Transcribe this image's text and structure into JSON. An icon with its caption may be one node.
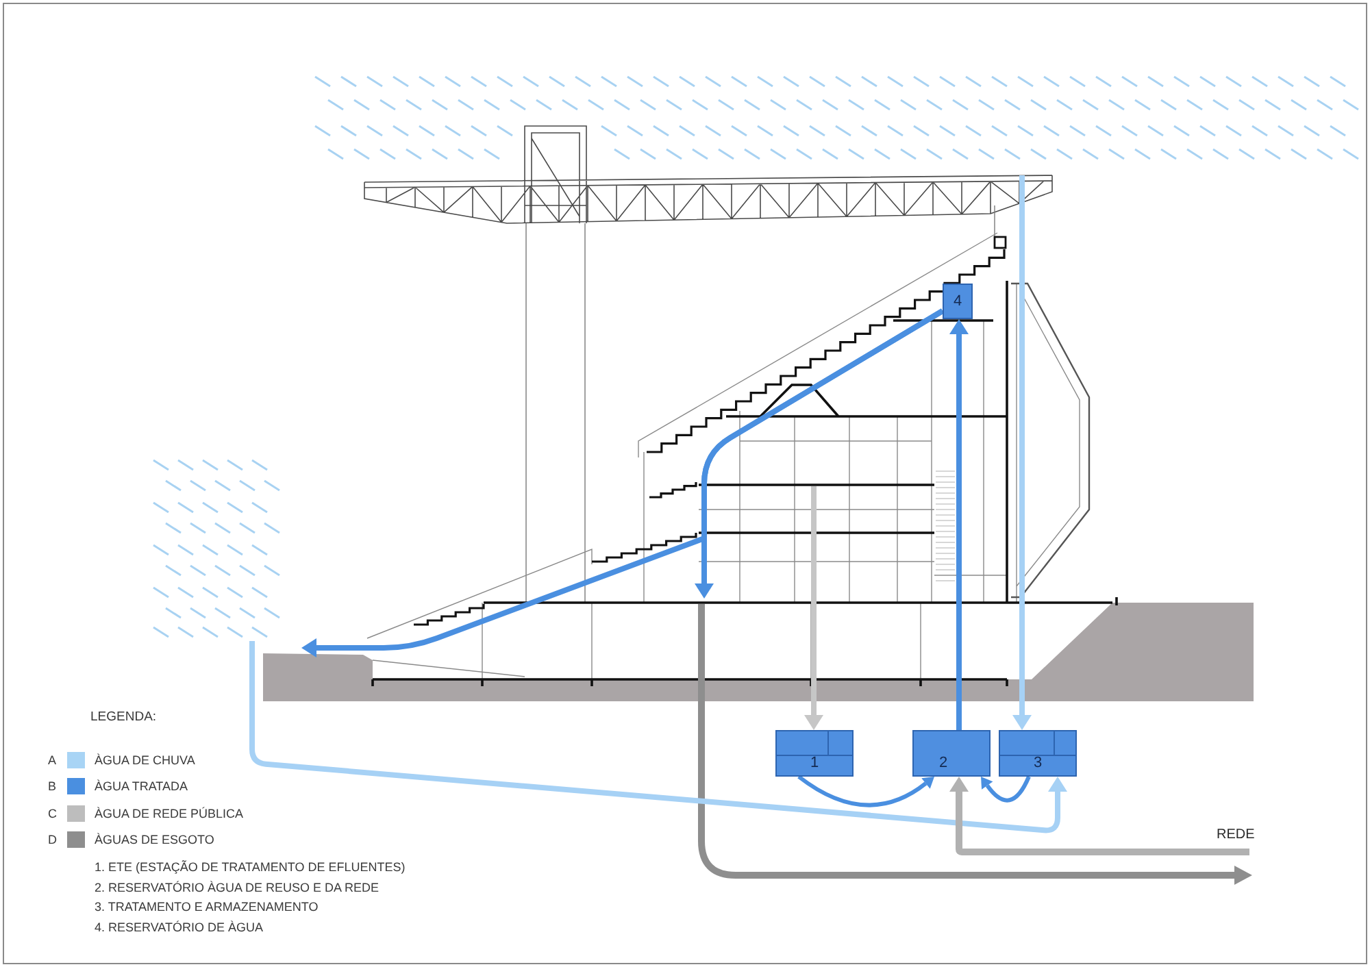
{
  "diagram": {
    "nodes": [
      {
        "text": [
          "4"
        ]
      },
      {
        "text": [
          "1"
        ]
      },
      {
        "text": [
          "2"
        ]
      },
      {
        "text": [
          "3"
        ]
      }
    ],
    "edges": [
      {
        "from": null,
        "to": 3,
        "arrow": "to",
        "color": "#a6d1f5"
      },
      {
        "from": null,
        "to": 3,
        "arrow": "to",
        "color": "#a6d1f5"
      },
      {
        "from": null,
        "to": 1,
        "arrow": "to",
        "color": "#c6c6c6"
      },
      {
        "from": 1,
        "to": 2,
        "arrow": "to"
      },
      {
        "from": 3,
        "to": 2,
        "arrow": "to"
      },
      {
        "from": null,
        "to": 2,
        "arrow": "to",
        "label": "REDE",
        "color": "#b1b1b1"
      },
      {
        "from": 2,
        "to": 0,
        "arrow": "to"
      },
      {
        "from": 0,
        "to": null,
        "arrow": "to"
      },
      {
        "from": 0,
        "to": null,
        "arrow": "to"
      }
    ],
    "labels": [
      "LEGENDA:",
      "A",
      "B",
      "C",
      "D",
      "1. ETE (ESTAÇÃO DE TRATAMENTO DE EFLUENTES)",
      "2. RESERVATÓRIO ÀGUA DE REUSO E DA REDE",
      "3. TRATAMENTO E ARMAZENAMENTO",
      "4. RESERVATÓRIO DE ÀGUA"
    ],
    "legend": [
      {
        "text": "ÀGUA DE CHUVA",
        "color": "#a8d4f5"
      },
      {
        "text": "ÀGUA TRATADA",
        "color": "#4a8fe0"
      },
      {
        "text": "ÀGUA DE REDE PÚBLICA",
        "color": "#bdbdbd"
      },
      {
        "text": "ÀGUAS DE ESGOTO",
        "color": "#8e8e8e"
      }
    ]
  }
}
